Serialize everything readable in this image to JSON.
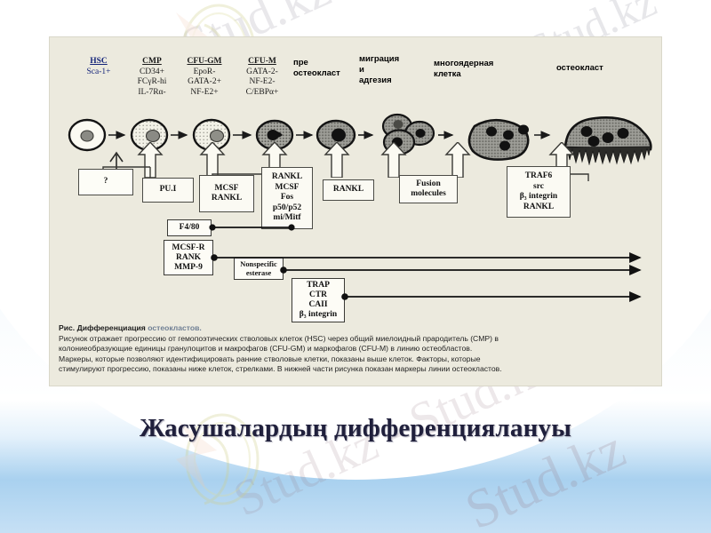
{
  "slide": {
    "title": "Жасушалардың дифференциялануы",
    "background_top_color": "#bfdcf4",
    "background_bottom_color": "#a9d1ef",
    "panel_color": "#eceade"
  },
  "watermarks": [
    {
      "text": "Stud.kz",
      "id": "wm-a"
    },
    {
      "text": "Stud.kz",
      "id": "wm-b"
    },
    {
      "text": "Stud.kz - Stud.kz",
      "id": "wm-c"
    },
    {
      "text": "Stud.kz",
      "id": "wm-d"
    },
    {
      "text": "Stud.kz - Stud.kz",
      "id": "wm-e"
    },
    {
      "text": "Stud.kz",
      "id": "wm-f"
    },
    {
      "text": "Stud.kz",
      "id": "wm-g"
    }
  ],
  "figure": {
    "stages": [
      {
        "id": "hsc",
        "header": "HSC",
        "markers": [
          "Sca-1+"
        ],
        "style": "blue"
      },
      {
        "id": "cmp",
        "header": "CMP",
        "markers": [
          "CD34+",
          "FCγR-hi",
          "IL-7Rα-"
        ],
        "style": "plain"
      },
      {
        "id": "cfu-gm",
        "header": "CFU-GM",
        "markers": [
          "EpoR-",
          "GATA-2+",
          "NF-E2+"
        ],
        "style": "plain"
      },
      {
        "id": "cfu-m",
        "header": "CFU-M",
        "markers": [
          "GATA-2-",
          "NF-E2-",
          "C/EBPα+"
        ],
        "style": "plain"
      },
      {
        "id": "pre-osteoclast",
        "header": "пре",
        "markers": [
          "остеокласт"
        ],
        "style": "ru"
      },
      {
        "id": "migration-adhesion",
        "header": "миграция",
        "markers": [
          "и",
          "адгезия"
        ],
        "style": "ru"
      },
      {
        "id": "multinuclear-cell",
        "header": "многоядерная",
        "markers": [
          "клетка"
        ],
        "style": "ru"
      },
      {
        "id": "osteoclast",
        "header": "остеокласт",
        "markers": [],
        "style": "ru"
      }
    ],
    "factor_boxes": [
      {
        "id": "unknown",
        "lines": [
          "?"
        ]
      },
      {
        "id": "pu1",
        "lines": [
          "PU.I"
        ]
      },
      {
        "id": "mcsf-rankl",
        "lines": [
          "MCSF",
          "RANKL"
        ]
      },
      {
        "id": "rankl-mcsf-fos",
        "lines": [
          "RANKL",
          "MCSF",
          "Fos",
          "p50/p52",
          "mi/Mitf"
        ]
      },
      {
        "id": "rankl",
        "lines": [
          "RANKL"
        ]
      },
      {
        "id": "fusion-molecules",
        "lines": [
          "Fusion",
          "molecules"
        ]
      },
      {
        "id": "traf6",
        "lines": [
          "TRAF6",
          "src",
          "β₃ integrin",
          "RANKL"
        ]
      }
    ],
    "marker_boxes": [
      {
        "id": "f4-80",
        "lines": [
          "F4/80"
        ]
      },
      {
        "id": "mcsf-r",
        "lines": [
          "MCSF-R",
          "RANK",
          "MMP-9"
        ]
      },
      {
        "id": "nonspecific-esterase",
        "lines": [
          "Nonspecific",
          "esterase"
        ]
      },
      {
        "id": "trap",
        "lines": [
          "TRAP",
          "CTR",
          "CAII",
          "β₃ integrin"
        ]
      }
    ],
    "caption": {
      "line1_bold": "Рис.  Дифференциация ",
      "line1_muted": "остеокластов.",
      "line2": "Рисунок  отражает прогрессию от гемопоэтических стволовых клеток (HSC) через общий миелоидный прародитель (CMP) в",
      "line3": "колониеобразующие единицы   гранулоцитов и макрофагов (CFU-GM) и  маркофагов (CFU-M)   в линию остеобластов.",
      "line4": "Маркеры, которые позволяют идентифицировать ранние стволовые клетки, показаны выше клеток. Факторы, которые",
      "line5": "стимулируют прогрессию, показаны  ниже клеток, стрелками.  В нижней части рисунка показан     маркеры линии остеокластов."
    }
  }
}
